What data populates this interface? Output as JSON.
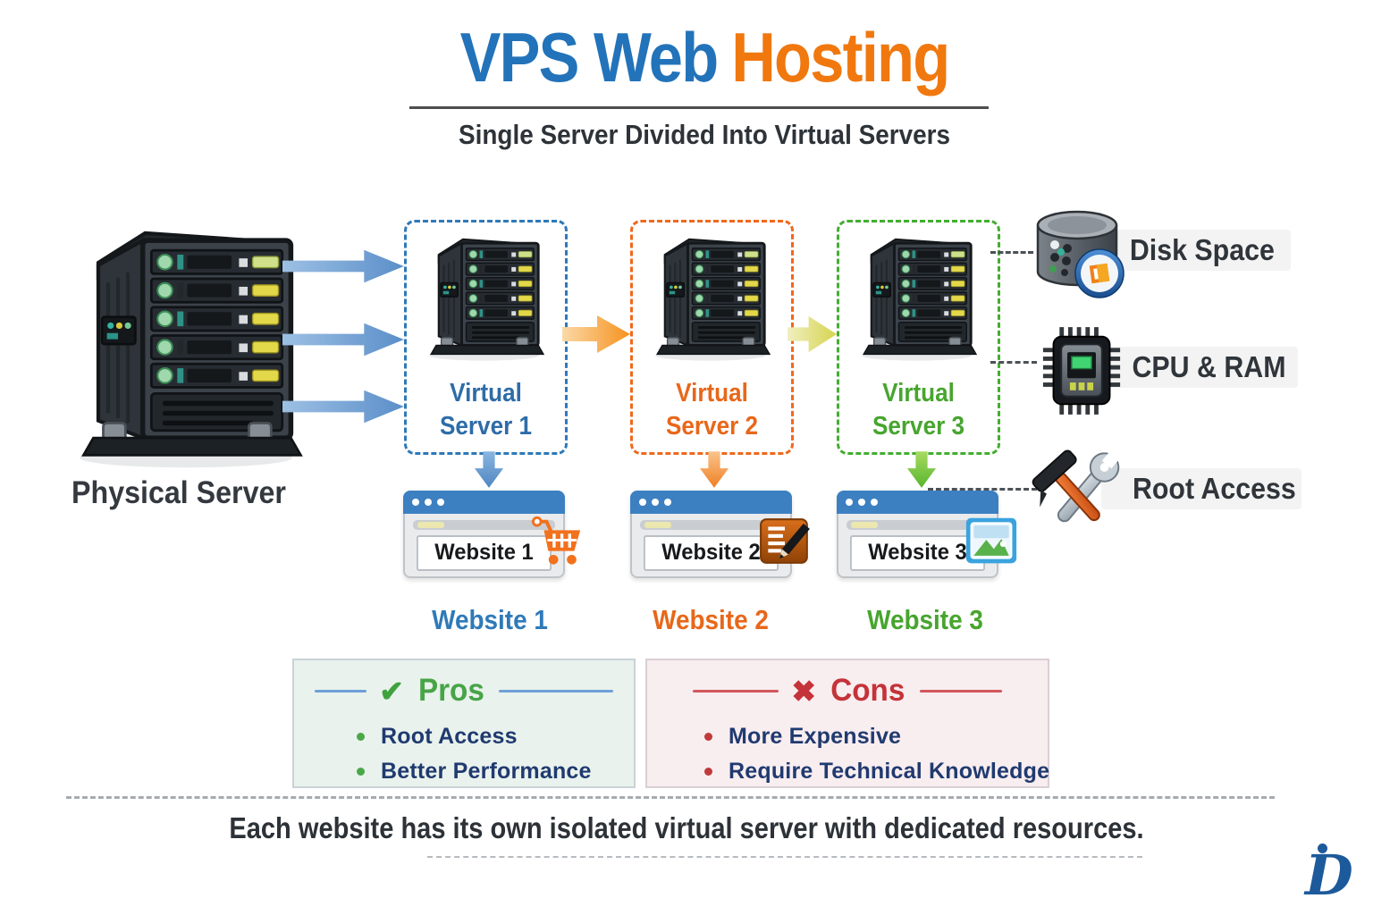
{
  "title": {
    "blue": "VPS Web",
    "orange": "Hosting"
  },
  "subtitle": "Single Server Divided Into Virtual Servers",
  "physical_server_label": "Physical Server",
  "virtual_servers": [
    {
      "line1": "Virtual",
      "line2": "Server 1"
    },
    {
      "line1": "Virtual",
      "line2": "Server 2"
    },
    {
      "line1": "Virtual",
      "line2": "Server 3"
    }
  ],
  "resources": [
    {
      "label": "Disk Space",
      "icon": "database-disk-icon"
    },
    {
      "label": "CPU & RAM",
      "icon": "cpu-chip-icon"
    },
    {
      "label": "Root Access",
      "icon": "hammer-wrench-icon"
    }
  ],
  "websites": [
    {
      "window_title": "Website 1",
      "caption": "Website 1",
      "icon": "shopping-cart-icon"
    },
    {
      "window_title": "Website 2",
      "caption": "Website 2",
      "icon": "document-pencil-icon"
    },
    {
      "window_title": "Website 3",
      "caption": "Website 3",
      "icon": "image-photo-icon"
    }
  ],
  "pros": {
    "heading": "Pros",
    "check_glyph": "✔",
    "items": [
      "Root Access",
      "Better Performance"
    ]
  },
  "cons": {
    "heading": "Cons",
    "cross_glyph": "✖",
    "items": [
      "More Expensive",
      "Require Technical Knowledge"
    ]
  },
  "footer_note": "Each website has its own isolated virtual server with dedicated resources.",
  "logo_letter": "D",
  "colors": {
    "title_blue": "#2273b9",
    "title_orange": "#f0780f",
    "vs1_accent": "#2e6ca8",
    "vs2_accent": "#e8671a",
    "vs3_accent": "#47a52e",
    "pros_green": "#47a447",
    "cons_red": "#c43339",
    "bullet_text_navy": "#203a70",
    "browser_header_blue": "#3c80c2"
  }
}
